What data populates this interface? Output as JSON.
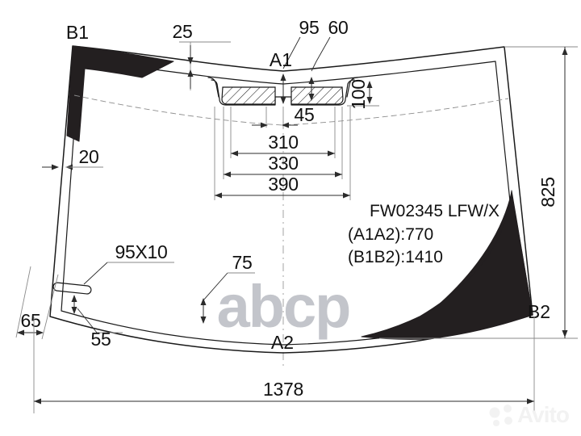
{
  "drawing": {
    "type": "windshield-technical-drawing",
    "part_number": "FW02345 LFW/X",
    "spec_lines": [
      "(A1A2):770",
      "(B1B2):1410"
    ],
    "corner_labels": {
      "top_left": "B1",
      "bottom_right": "B2",
      "top_center": "A1",
      "bottom_center": "A2"
    },
    "dimensions": {
      "top_offset": "25",
      "bracket_notch_left": "95",
      "bracket_notch_right": "60",
      "bracket_gap": "45",
      "bracket_inner": "310",
      "bracket_mid": "330",
      "bracket_outer": "390",
      "right_drop": "100",
      "left_edge_band": "20",
      "overall_height": "825",
      "overall_width": "1378",
      "bottom_band": "75",
      "slot_size": "95X10",
      "slot_offset": "55",
      "bottom_left_offset": "65"
    },
    "watermarks": {
      "center": "abcp",
      "corner": "Avito"
    }
  }
}
